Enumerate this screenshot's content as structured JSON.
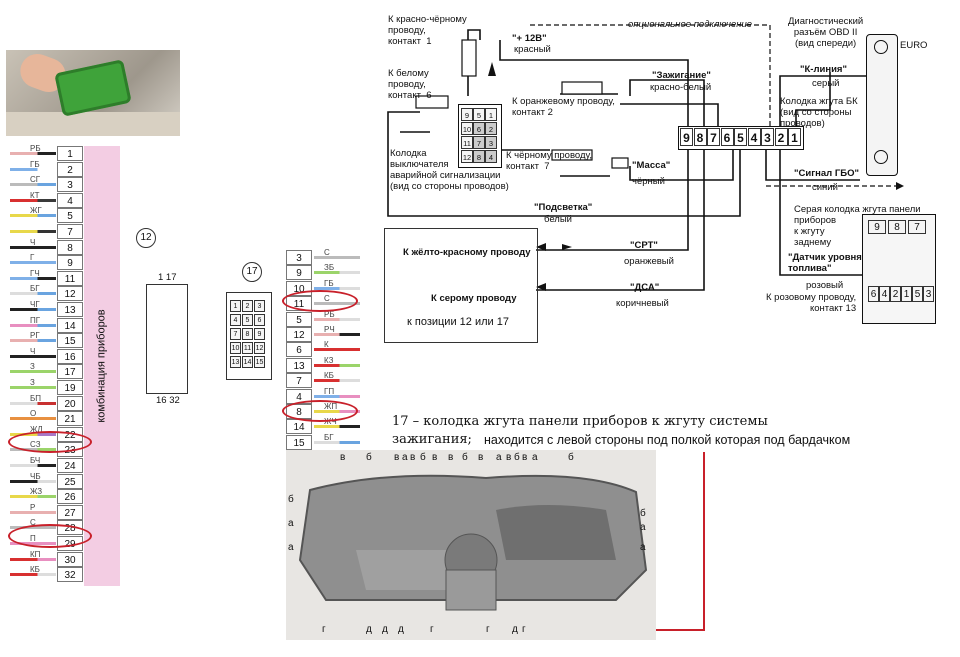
{
  "left_panel": {
    "vertical_label": "комбинация приборов",
    "pins": [
      {
        "num": "1",
        "code": "РБ",
        "c1": "#e8b0b0",
        "c2": "#222"
      },
      {
        "num": "2",
        "code": "ГБ",
        "c1": "#7fb0e8",
        "c2": "#fff"
      },
      {
        "num": "3",
        "code": "СГ",
        "c1": "#bbb",
        "c2": "#6aa4e0"
      },
      {
        "num": "4",
        "code": "КТ",
        "c1": "#d83030",
        "c2": "#3a3a3a"
      },
      {
        "num": "5",
        "code": "ЖГ",
        "c1": "#e8d84a",
        "c2": "#6aa4e0"
      },
      {
        "num": "7",
        "code": "",
        "c1": "#e8d84a",
        "c2": "#333"
      },
      {
        "num": "8",
        "code": "Ч",
        "c1": "#222",
        "c2": "#222"
      },
      {
        "num": "9",
        "code": "Г",
        "c1": "#7fb0e8",
        "c2": "#7fb0e8"
      },
      {
        "num": "11",
        "code": "ГЧ",
        "c1": "#7fb0e8",
        "c2": "#222"
      },
      {
        "num": "12",
        "code": "БГ",
        "c1": "#ddd",
        "c2": "#6aa4e0"
      },
      {
        "num": "13",
        "code": "ЧГ",
        "c1": "#222",
        "c2": "#6aa4e0"
      },
      {
        "num": "14",
        "code": "ПГ",
        "c1": "#e88fc0",
        "c2": "#6aa4e0"
      },
      {
        "num": "15",
        "code": "РГ",
        "c1": "#e8b0b0",
        "c2": "#6aa4e0"
      },
      {
        "num": "16",
        "code": "Ч",
        "c1": "#222",
        "c2": "#222"
      },
      {
        "num": "17",
        "code": "З",
        "c1": "#9bd46a",
        "c2": "#9bd46a"
      },
      {
        "num": "19",
        "code": "З",
        "c1": "#9bd46a",
        "c2": "#9bd46a"
      },
      {
        "num": "20",
        "code": "БП",
        "c1": "#ddd",
        "c2": "#c83030"
      },
      {
        "num": "21",
        "code": "О",
        "c1": "#e89040",
        "c2": "#e89040"
      },
      {
        "num": "22",
        "code": "ЖЛ",
        "c1": "#e8d84a",
        "c2": "#a878c8"
      },
      {
        "num": "23",
        "code": "СЗ",
        "c1": "#bbb",
        "c2": "#9bd46a"
      },
      {
        "num": "24",
        "code": "БЧ",
        "c1": "#ddd",
        "c2": "#222"
      },
      {
        "num": "25",
        "code": "ЧБ",
        "c1": "#222",
        "c2": "#ddd"
      },
      {
        "num": "26",
        "code": "ЖЗ",
        "c1": "#e8d84a",
        "c2": "#9bd46a"
      },
      {
        "num": "27",
        "code": "Р",
        "c1": "#e8b0b0",
        "c2": "#e8b0b0"
      },
      {
        "num": "28",
        "code": "С",
        "c1": "#bbb",
        "c2": "#bbb"
      },
      {
        "num": "29",
        "code": "П",
        "c1": "#e88fc0",
        "c2": "#e88fc0"
      },
      {
        "num": "30",
        "code": "КП",
        "c1": "#d83030",
        "c2": "#e88fc0"
      },
      {
        "num": "32",
        "code": "КБ",
        "c1": "#d83030",
        "c2": "#ddd"
      }
    ]
  },
  "conn12": {
    "label": "12",
    "top_nums": "1 17",
    "bottom_nums": "16 32"
  },
  "conn17": {
    "label": "17",
    "pins": [
      "1",
      "2",
      "3",
      "4",
      "5",
      "6",
      "7",
      "8",
      "9",
      "10",
      "11",
      "12",
      "13",
      "14",
      "15"
    ]
  },
  "mid_panel": {
    "pins": [
      {
        "num": "3",
        "code": "С",
        "c1": "#bbb",
        "c2": "#bbb"
      },
      {
        "num": "9",
        "code": "ЗБ",
        "c1": "#9bd46a",
        "c2": "#ddd"
      },
      {
        "num": "10",
        "code": "ГБ",
        "c1": "#7fb0e8",
        "c2": "#ddd"
      },
      {
        "num": "11",
        "code": "С",
        "c1": "#bbb",
        "c2": "#bbb"
      },
      {
        "num": "5",
        "code": "РБ",
        "c1": "#e8b0b0",
        "c2": "#ddd"
      },
      {
        "num": "12",
        "code": "РЧ",
        "c1": "#e8b0b0",
        "c2": "#222"
      },
      {
        "num": "6",
        "code": "К",
        "c1": "#d83030",
        "c2": "#d83030"
      },
      {
        "num": "13",
        "code": "КЗ",
        "c1": "#d83030",
        "c2": "#9bd46a"
      },
      {
        "num": "7",
        "code": "КБ",
        "c1": "#d83030",
        "c2": "#ddd"
      },
      {
        "num": "4",
        "code": "ГП",
        "c1": "#7fb0e8",
        "c2": "#e88fc0"
      },
      {
        "num": "8",
        "code": "ЖП",
        "c1": "#e8d84a",
        "c2": "#e88fc0"
      },
      {
        "num": "14",
        "code": "ЖЧ",
        "c1": "#e8d84a",
        "c2": "#222"
      },
      {
        "num": "15",
        "code": "БГ",
        "c1": "#ddd",
        "c2": "#6aa4e0"
      }
    ]
  },
  "diagram": {
    "wire_red_black": "К красно-чёрному\nпроводу,\nконтакт  1",
    "plus12": "\"+ 12В\"",
    "red": "красный",
    "optional": "опциональное подключение",
    "obd_title": "Диагностический\nразъём OBD II\n(вид спереди)",
    "euro": "EURO",
    "k_line": "\"К-линия\"",
    "grey": "серый",
    "seven": "7",
    "white_wire": "К белому\nпроводу,\nконтакт  6",
    "ignition": "\"Зажигание\"",
    "red_white": "красно-белый",
    "orange_wire": "К оранжевому проводу,\nконтакт 2",
    "bk_block": "Колодка жгута БК\n(вид со стороны\nпроводов)",
    "switch_block": "Колодка\nвыключателя\nаварийной сигнализации\n(вид со стороны проводов)",
    "black_wire": "К чёрному проводу,\nконтакт  7",
    "mass": "\"Масса\"",
    "black": "чёрный",
    "gbo": "\"Сигнал ГБО\"",
    "blue": "синий",
    "backlight": "\"Подсветка\"",
    "white": "белый",
    "grey_block": "Серая колодка жгута панели\nприборов\nк жгуту\nзаднему",
    "bk_pins": [
      "9",
      "8",
      "7",
      "6",
      "5",
      "4",
      "3",
      "2",
      "1"
    ],
    "switch_pins": [
      "9",
      "5",
      "1",
      "10",
      "6",
      "2",
      "11",
      "7",
      "3",
      "12",
      "8",
      "4"
    ],
    "yellow_red": "К жёлто-красному проводу",
    "srt": "\"СРТ\"",
    "orange": "оранжевый",
    "fuel": "\"Датчик уровня\nтоплива\"",
    "pink": "розовый",
    "grey_wire": "К серому проводу",
    "dsa": "\"ДСА\"",
    "brown": "коричневый",
    "pink_wire": "К розовому проводу,\nконтакт 13",
    "positions": "к позиции 12 или 17",
    "grey_pins_top": [
      "9",
      "8",
      "7"
    ],
    "grey_pins_bottom": [
      "6",
      "4",
      "2",
      "1",
      "5",
      "3"
    ]
  },
  "caption": {
    "line1": "17 – колодка жгута панели приборов к жгуту системы",
    "line2a": "зажигания;",
    "line2b": "находится с левой стороны под полкой которая под бардачком"
  },
  "photo_labels": {
    "top": [
      "в",
      "б",
      "в",
      "а",
      "в",
      "б",
      "в",
      "в",
      "б",
      "в",
      "а",
      "в",
      "б",
      "в",
      "а",
      "б"
    ],
    "side_left": [
      "б",
      "а",
      "а"
    ],
    "side_right": [
      "б",
      "а",
      "а"
    ],
    "bottom": [
      "г",
      "д",
      "д",
      "д",
      "г",
      "г",
      "д",
      "г"
    ]
  },
  "colors": {
    "accent_red": "#c8202a",
    "pink_tab": "#f3cde3"
  }
}
